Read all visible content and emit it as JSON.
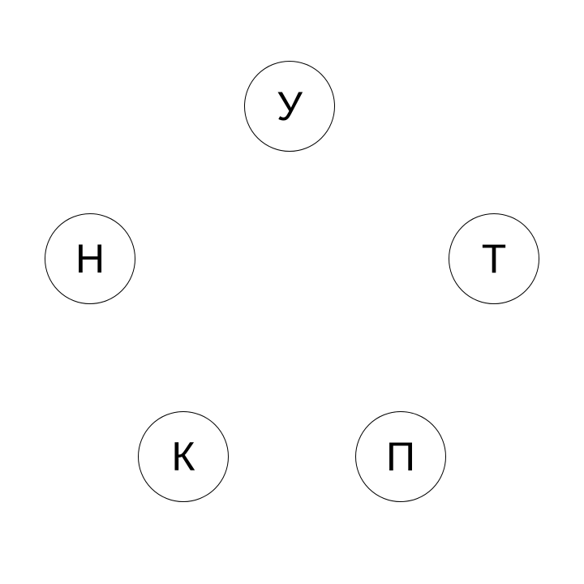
{
  "nodes": [
    {
      "letter": "У"
    },
    {
      "letter": "Т"
    },
    {
      "letter": "П"
    },
    {
      "letter": "К"
    },
    {
      "letter": "Н"
    }
  ],
  "colors": {
    "background": "#ffffff",
    "stroke": "#000000",
    "text": "#000000"
  }
}
